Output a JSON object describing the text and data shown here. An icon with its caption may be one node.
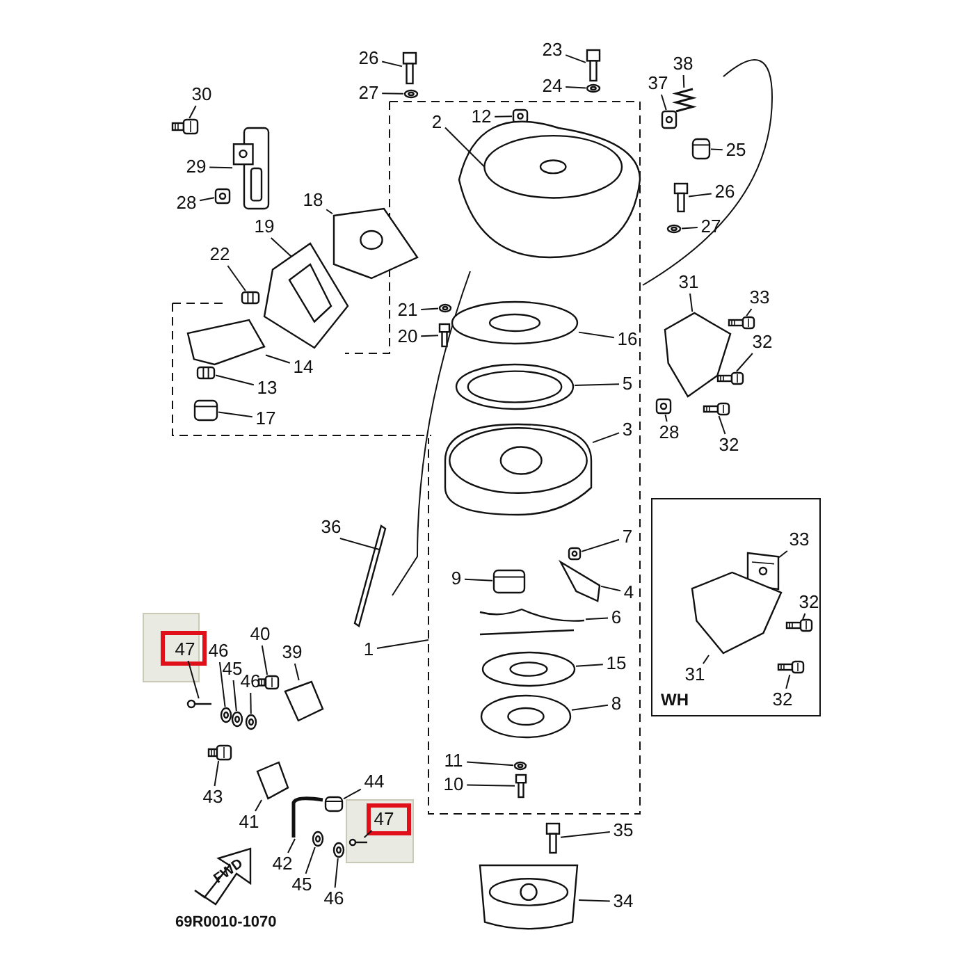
{
  "diagram": {
    "nodes": [
      {
        "text": [
          "26"
        ]
      },
      {
        "text": [
          "23"
        ]
      },
      {
        "text": [
          "38"
        ]
      },
      {
        "text": [
          "27"
        ]
      },
      {
        "text": [
          "24"
        ]
      },
      {
        "text": [
          "37"
        ]
      },
      {
        "text": [
          "30"
        ]
      },
      {
        "text": [
          "12"
        ]
      },
      {
        "text": [
          "2"
        ]
      },
      {
        "text": [
          "25"
        ]
      },
      {
        "text": [
          "29"
        ]
      },
      {
        "text": [
          "26"
        ]
      },
      {
        "text": [
          "28"
        ]
      },
      {
        "text": [
          "18"
        ]
      },
      {
        "text": [
          "27"
        ]
      },
      {
        "text": [
          "19"
        ]
      },
      {
        "text": [
          "22"
        ]
      },
      {
        "text": [
          "31"
        ]
      },
      {
        "text": [
          "33"
        ]
      },
      {
        "text": [
          "21"
        ]
      },
      {
        "text": [
          "16"
        ]
      },
      {
        "text": [
          "20"
        ]
      },
      {
        "text": [
          "32"
        ]
      },
      {
        "text": [
          "14"
        ]
      },
      {
        "text": [
          "5"
        ]
      },
      {
        "text": [
          "13"
        ]
      },
      {
        "text": [
          "17"
        ]
      },
      {
        "text": [
          "28"
        ]
      },
      {
        "text": [
          "32"
        ]
      },
      {
        "text": [
          "3"
        ]
      },
      {
        "text": [
          "36"
        ]
      },
      {
        "text": [
          "7"
        ]
      },
      {
        "text": [
          "9"
        ]
      },
      {
        "text": [
          "4"
        ]
      },
      {
        "text": [
          "WH"
        ]
      },
      {
        "text": [
          "33"
        ],
        "in": 34
      },
      {
        "text": [
          "32"
        ],
        "in": 34
      },
      {
        "text": [
          "31"
        ],
        "in": 34
      },
      {
        "text": [
          "32"
        ],
        "in": 34
      },
      {
        "text": [
          "6"
        ]
      },
      {
        "text": [
          "1"
        ]
      },
      {
        "text": [
          "47"
        ]
      },
      {
        "text": [
          "46"
        ]
      },
      {
        "text": [
          "40"
        ]
      },
      {
        "text": [
          "39"
        ]
      },
      {
        "text": [
          "15"
        ]
      },
      {
        "text": [
          "45"
        ]
      },
      {
        "text": [
          "46"
        ]
      },
      {
        "text": [
          "8"
        ]
      },
      {
        "text": [
          "11"
        ]
      },
      {
        "text": [
          "44"
        ]
      },
      {
        "text": [
          "43"
        ]
      },
      {
        "text": [
          "10"
        ]
      },
      {
        "text": [
          "47"
        ]
      },
      {
        "text": [
          "41"
        ]
      },
      {
        "text": [
          "35"
        ]
      },
      {
        "text": [
          "42"
        ]
      },
      {
        "text": [
          "45"
        ]
      },
      {
        "text": [
          "46"
        ]
      },
      {
        "text": [
          "34"
        ]
      },
      {
        "text": [],
        "shape": "picture"
      },
      {
        "text": [],
        "shape": "picture"
      },
      {
        "text": [],
        "shape": "picture"
      },
      {
        "text": [],
        "shape": "picture"
      },
      {
        "text": [],
        "shape": "picture"
      },
      {
        "text": [],
        "shape": "picture"
      },
      {
        "text": [],
        "shape": "picture"
      },
      {
        "text": [],
        "shape": "picture"
      },
      {
        "text": [],
        "shape": "picture"
      },
      {
        "text": [],
        "shape": "picture"
      },
      {
        "text": [],
        "shape": "picture"
      },
      {
        "text": [],
        "shape": "picture"
      },
      {
        "text": [],
        "shape": "picture"
      },
      {
        "text": [],
        "shape": "picture"
      },
      {
        "text": [],
        "shape": "picture"
      },
      {
        "text": [],
        "shape": "picture"
      },
      {
        "text": [],
        "shape": "picture"
      },
      {
        "text": [],
        "shape": "picture"
      },
      {
        "text": [],
        "shape": "picture"
      },
      {
        "text": [],
        "shape": "picture"
      },
      {
        "text": [],
        "shape": "picture"
      },
      {
        "text": [],
        "shape": "picture"
      },
      {
        "text": [],
        "shape": "picture"
      },
      {
        "text": [],
        "shape": "picture"
      },
      {
        "text": [],
        "shape": "picture"
      },
      {
        "text": [],
        "shape": "picture"
      },
      {
        "text": [],
        "shape": "picture"
      },
      {
        "text": [],
        "shape": "picture"
      },
      {
        "text": [],
        "shape": "picture"
      },
      {
        "text": [],
        "shape": "picture"
      },
      {
        "text": [],
        "shape": "picture"
      },
      {
        "text": [],
        "shape": "picture"
      },
      {
        "text": [],
        "shape": "picture"
      },
      {
        "text": [],
        "shape": "picture"
      },
      {
        "text": [],
        "shape": "picture",
        "in": 34
      },
      {
        "text": [],
        "shape": "picture",
        "in": 34
      },
      {
        "text": [],
        "shape": "picture",
        "in": 34
      },
      {
        "text": [],
        "shape": "picture",
        "in": 34
      },
      {
        "text": [],
        "shape": "picture"
      },
      {
        "text": [],
        "shape": "picture"
      },
      {
        "text": [],
        "shape": "picture"
      },
      {
        "text": [],
        "shape": "picture"
      },
      {
        "text": [],
        "shape": "picture"
      },
      {
        "text": [],
        "shape": "picture"
      },
      {
        "text": [],
        "shape": "picture"
      },
      {
        "text": [],
        "shape": "picture"
      },
      {
        "text": [],
        "shape": "picture"
      },
      {
        "text": [],
        "shape": "picture"
      },
      {
        "text": [],
        "shape": "picture"
      },
      {
        "text": [],
        "shape": "picture"
      },
      {
        "text": [],
        "shape": "picture"
      },
      {
        "text": [],
        "shape": "picture"
      },
      {
        "text": [],
        "shape": "picture"
      },
      {
        "text": [],
        "shape": "picture"
      },
      {
        "text": [],
        "shape": "picture"
      },
      {
        "text": [],
        "shape": "picture"
      },
      {
        "text": [],
        "shape": "picture"
      },
      {
        "text": [],
        "shape": "picture"
      }
    ],
    "edges": [
      {
        "from": 0,
        "to": 60,
        "arrow": "none"
      },
      {
        "from": 1,
        "to": 61,
        "arrow": "none"
      },
      {
        "from": 2,
        "to": 62,
        "arrow": "none"
      },
      {
        "from": 3,
        "to": 63,
        "arrow": "none"
      },
      {
        "from": 4,
        "to": 64,
        "arrow": "none"
      },
      {
        "from": 5,
        "to": 65,
        "arrow": "none"
      },
      {
        "from": 6,
        "to": 66,
        "arrow": "none"
      },
      {
        "from": 7,
        "to": 67,
        "arrow": "none"
      },
      {
        "from": 8,
        "to": 68,
        "arrow": "none"
      },
      {
        "from": 9,
        "to": 69,
        "arrow": "none"
      },
      {
        "from": 10,
        "to": 70,
        "arrow": "none"
      },
      {
        "from": 11,
        "to": 71,
        "arrow": "none"
      },
      {
        "from": 12,
        "to": 72,
        "arrow": "none"
      },
      {
        "from": 13,
        "to": 73,
        "arrow": "none"
      },
      {
        "from": 14,
        "to": 74,
        "arrow": "none"
      },
      {
        "from": 15,
        "to": 75,
        "arrow": "none"
      },
      {
        "from": 16,
        "to": 76,
        "arrow": "none"
      },
      {
        "from": 17,
        "to": 77,
        "arrow": "none"
      },
      {
        "from": 18,
        "to": 78,
        "arrow": "none"
      },
      {
        "from": 19,
        "to": 79,
        "arrow": "none"
      },
      {
        "from": 20,
        "to": 80,
        "arrow": "none"
      },
      {
        "from": 21,
        "to": 81,
        "arrow": "none"
      },
      {
        "from": 22,
        "to": 82,
        "arrow": "none"
      },
      {
        "from": 23,
        "to": 83,
        "arrow": "none"
      },
      {
        "from": 24,
        "to": 84,
        "arrow": "none"
      },
      {
        "from": 25,
        "to": 85,
        "arrow": "none"
      },
      {
        "from": 26,
        "to": 86,
        "arrow": "none"
      },
      {
        "from": 27,
        "to": 87,
        "arrow": "none"
      },
      {
        "from": 28,
        "to": 88,
        "arrow": "none"
      },
      {
        "from": 29,
        "to": 89,
        "arrow": "none"
      },
      {
        "from": 30,
        "to": 90,
        "arrow": "none"
      },
      {
        "from": 31,
        "to": 91,
        "arrow": "none"
      },
      {
        "from": 32,
        "to": 92,
        "arrow": "none"
      },
      {
        "from": 33,
        "to": 93,
        "arrow": "none"
      },
      {
        "from": 35,
        "to": 94,
        "arrow": "none"
      },
      {
        "from": 36,
        "to": 95,
        "arrow": "none"
      },
      {
        "from": 37,
        "to": 96,
        "arrow": "none"
      },
      {
        "from": 38,
        "to": 97,
        "arrow": "none"
      },
      {
        "from": 39,
        "to": 98,
        "arrow": "none"
      },
      {
        "from": 40,
        "to": null,
        "arrow": "none"
      },
      {
        "from": 41,
        "to": 99,
        "arrow": "none"
      },
      {
        "from": 42,
        "to": 100,
        "arrow": "none"
      },
      {
        "from": 43,
        "to": 101,
        "arrow": "none"
      },
      {
        "from": 44,
        "to": 102,
        "arrow": "none"
      },
      {
        "from": 45,
        "to": 103,
        "arrow": "none"
      },
      {
        "from": 46,
        "to": 104,
        "arrow": "none"
      },
      {
        "from": 47,
        "to": 105,
        "arrow": "none"
      },
      {
        "from": 48,
        "to": 106,
        "arrow": "none"
      },
      {
        "from": 49,
        "to": 107,
        "arrow": "none"
      },
      {
        "from": 50,
        "to": 108,
        "arrow": "none"
      },
      {
        "from": 51,
        "to": 109,
        "arrow": "none"
      },
      {
        "from": 52,
        "to": 110,
        "arrow": "none"
      },
      {
        "from": 53,
        "to": 111,
        "arrow": "none"
      },
      {
        "from": 54,
        "to": 112,
        "arrow": "none"
      },
      {
        "from": 55,
        "to": 113,
        "arrow": "none"
      },
      {
        "from": 56,
        "to": 114,
        "arrow": "none"
      },
      {
        "from": 57,
        "to": 115,
        "arrow": "none"
      },
      {
        "from": 58,
        "to": 116,
        "arrow": "none"
      },
      {
        "from": 59,
        "to": 117,
        "arrow": "none"
      }
    ],
    "labels": [
      "FWD",
      "69R0010-1070"
    ]
  }
}
